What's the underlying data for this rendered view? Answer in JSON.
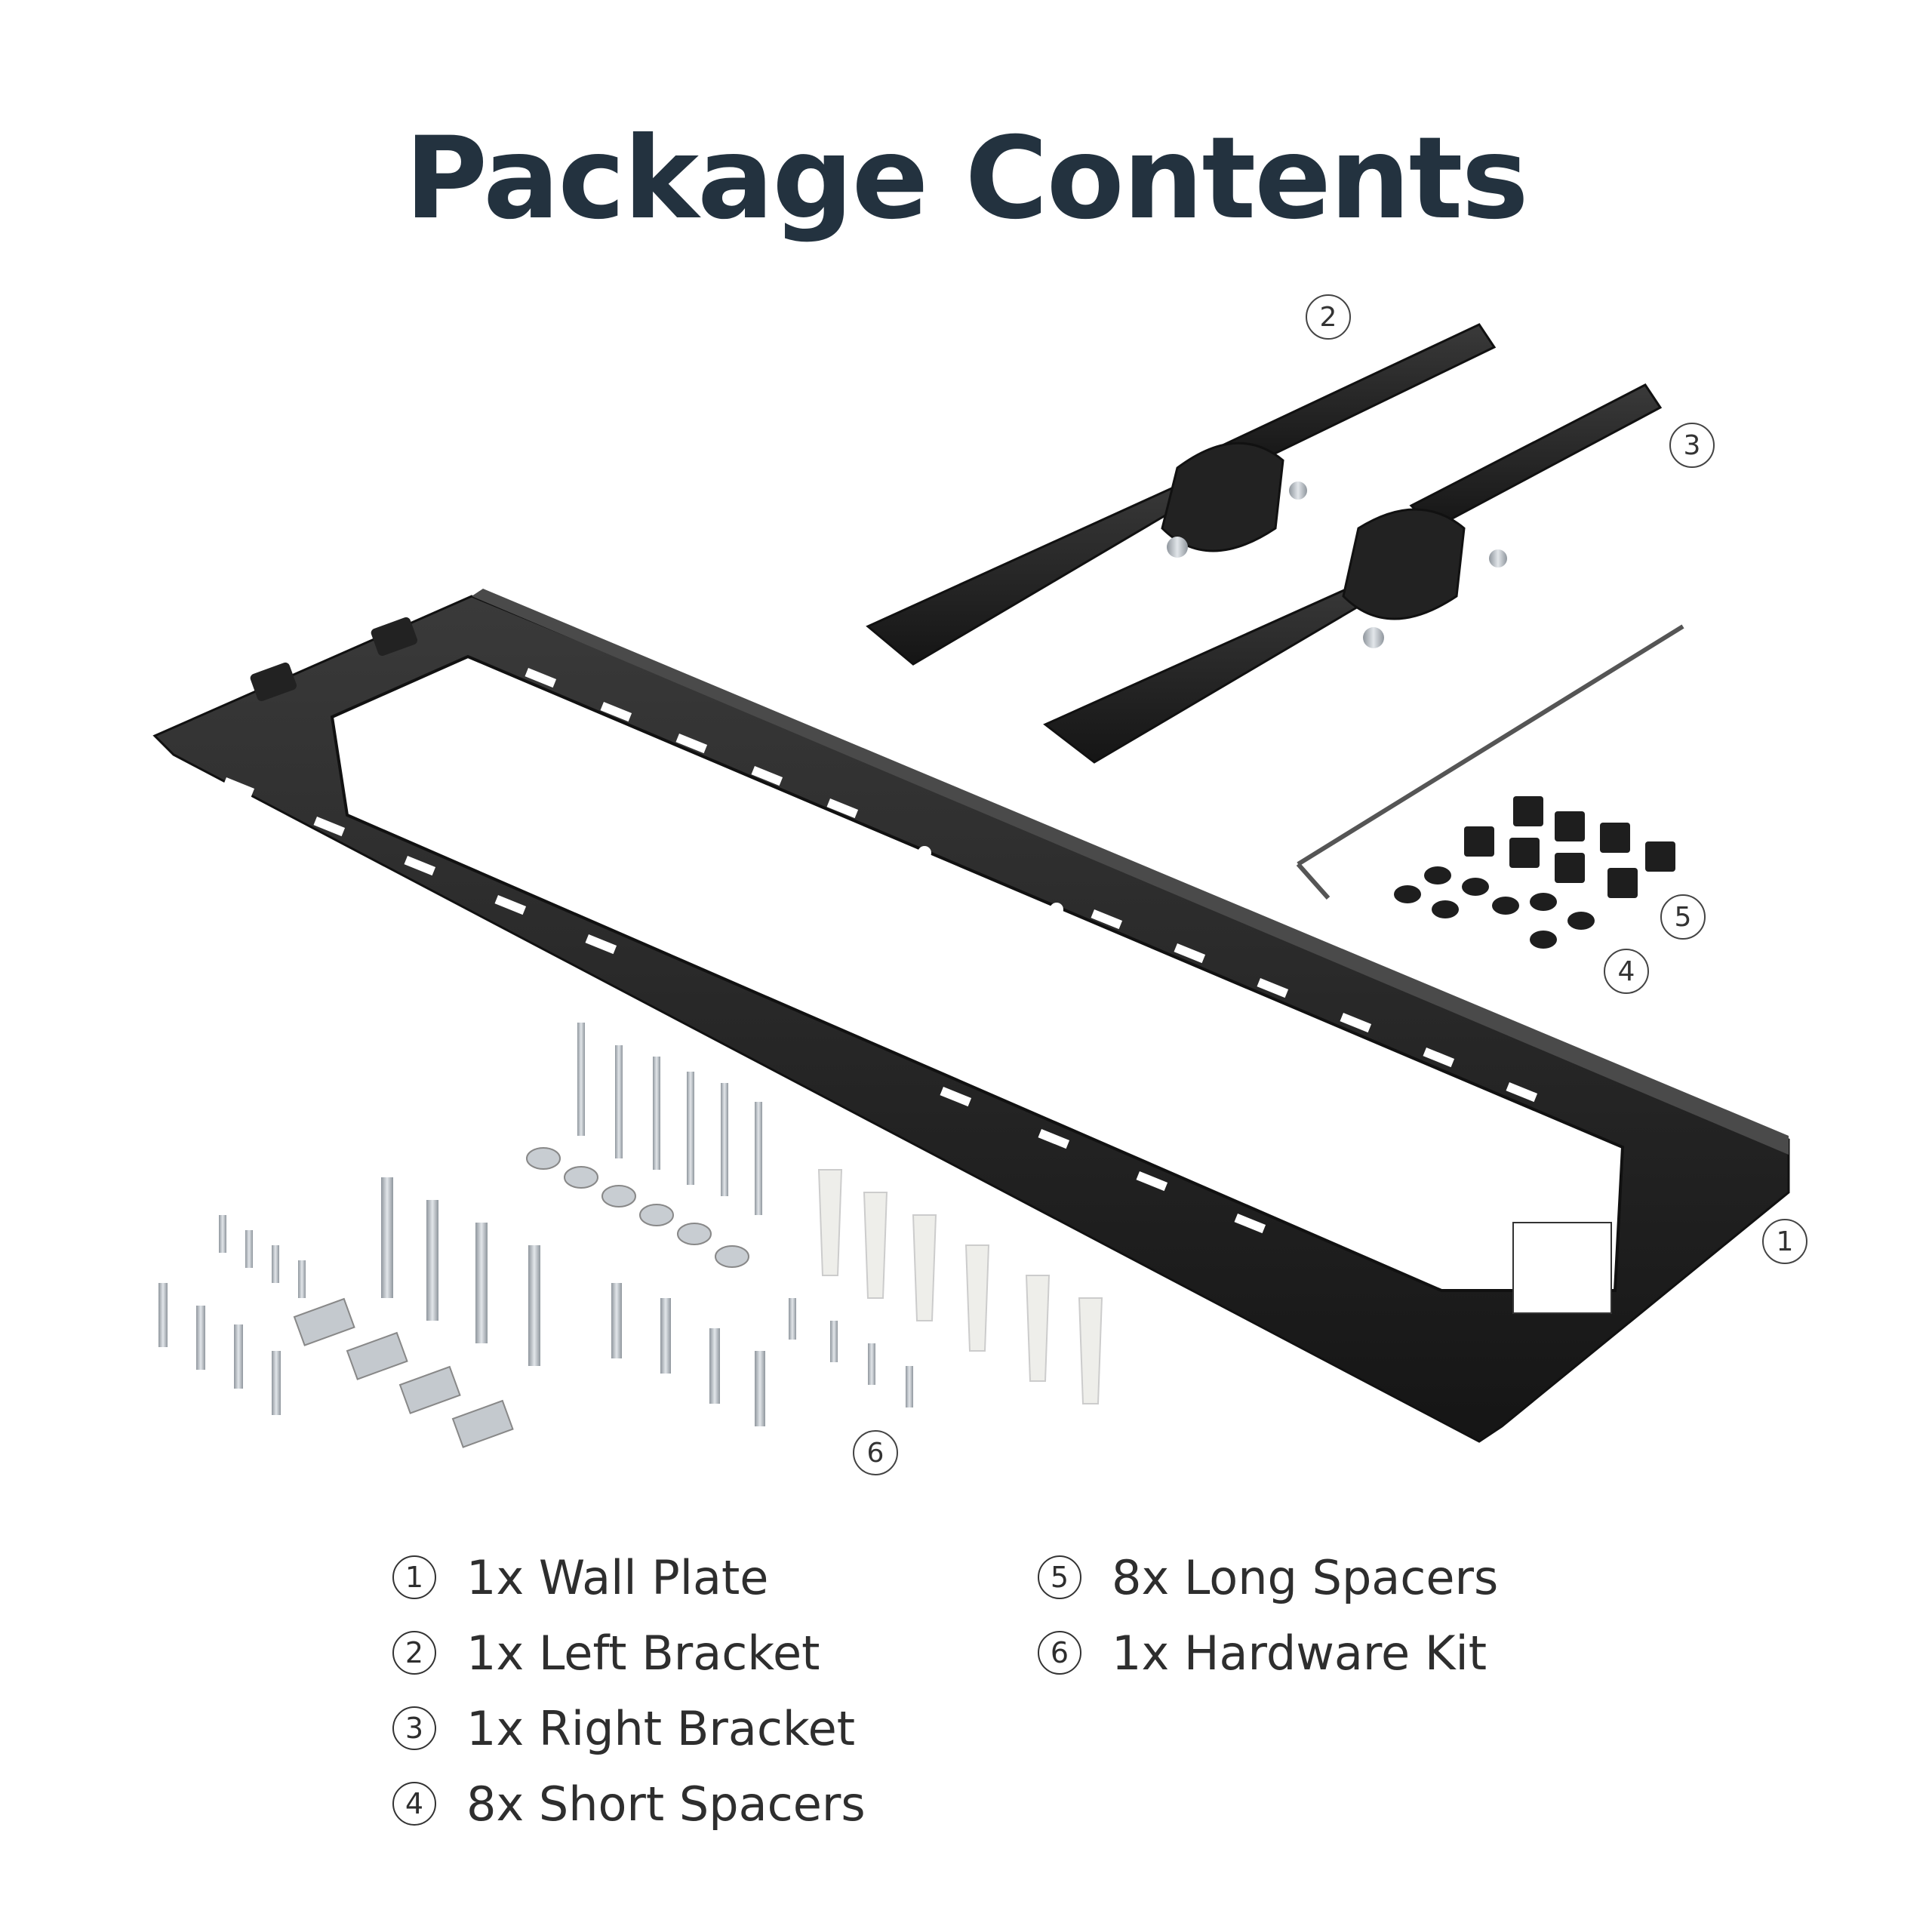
{
  "title": "Package Contents",
  "callouts": [
    "2",
    "3",
    "5",
    "4",
    "1",
    "6"
  ],
  "legend": [
    {
      "num": "1",
      "text": "1x Wall Plate"
    },
    {
      "num": "2",
      "text": "1x Left Bracket"
    },
    {
      "num": "3",
      "text": "1x Right Bracket"
    },
    {
      "num": "4",
      "text": "8x Short Spacers"
    },
    {
      "num": "5",
      "text": "8x Long Spacers"
    },
    {
      "num": "6",
      "text": "1x Hardware Kit"
    }
  ],
  "colors": {
    "title": "#23323f",
    "metal": "#2a2a2a",
    "hardware": "#b9bfc6",
    "anchor": "#eeeeea"
  }
}
